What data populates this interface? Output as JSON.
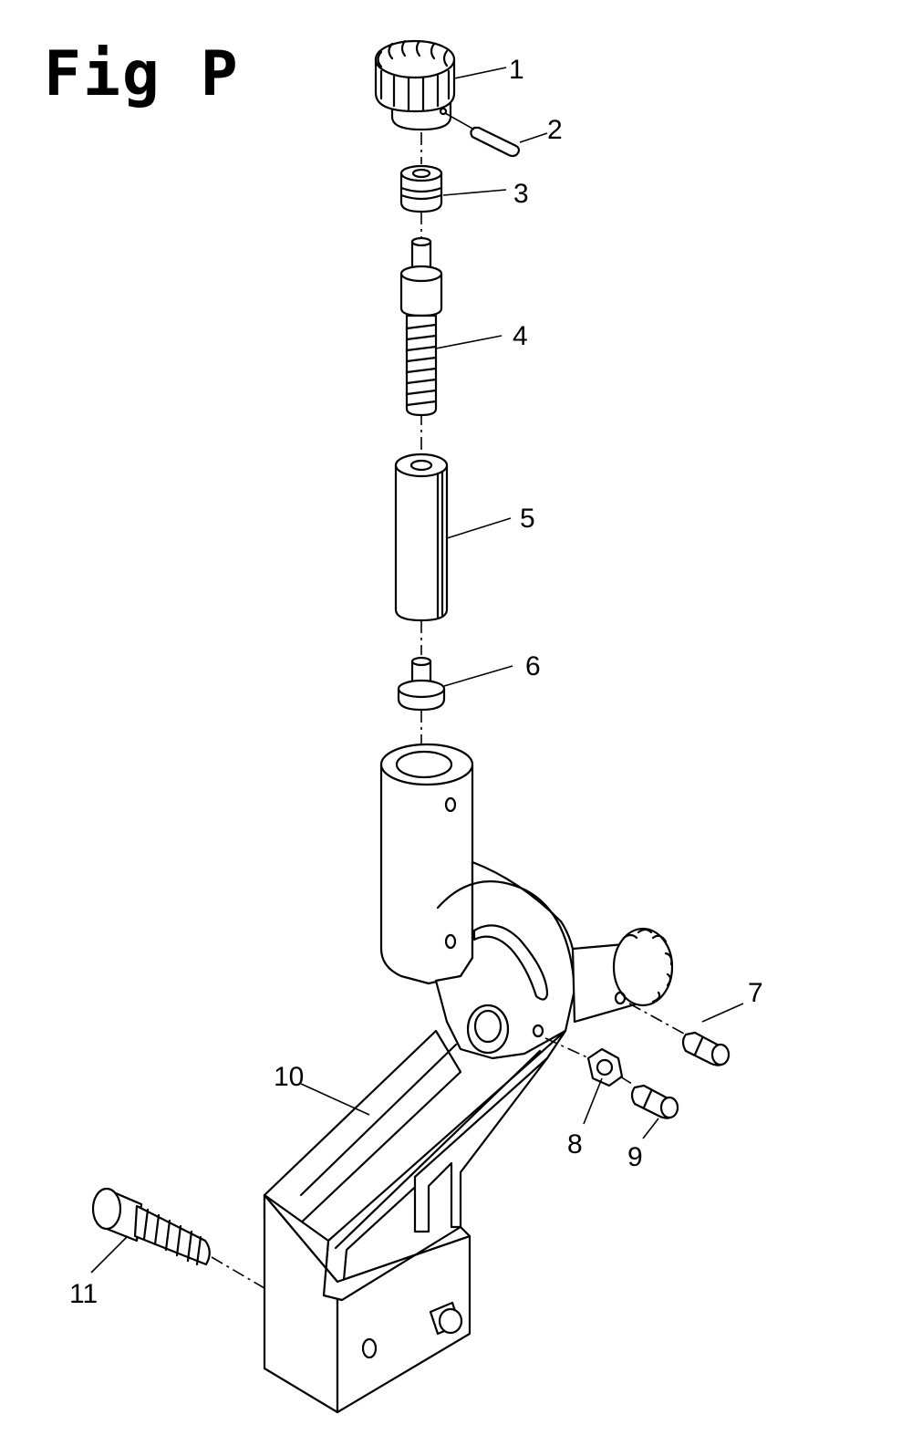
{
  "figure": {
    "title": "Fig P",
    "callouts": [
      {
        "id": "1",
        "text": "1"
      },
      {
        "id": "2",
        "text": "2"
      },
      {
        "id": "3",
        "text": "3"
      },
      {
        "id": "4",
        "text": "4"
      },
      {
        "id": "5",
        "text": "5"
      },
      {
        "id": "6",
        "text": "6"
      },
      {
        "id": "7",
        "text": "7"
      },
      {
        "id": "8",
        "text": "8"
      },
      {
        "id": "9",
        "text": "9"
      },
      {
        "id": "10",
        "text": "10"
      },
      {
        "id": "11",
        "text": "11"
      }
    ]
  }
}
